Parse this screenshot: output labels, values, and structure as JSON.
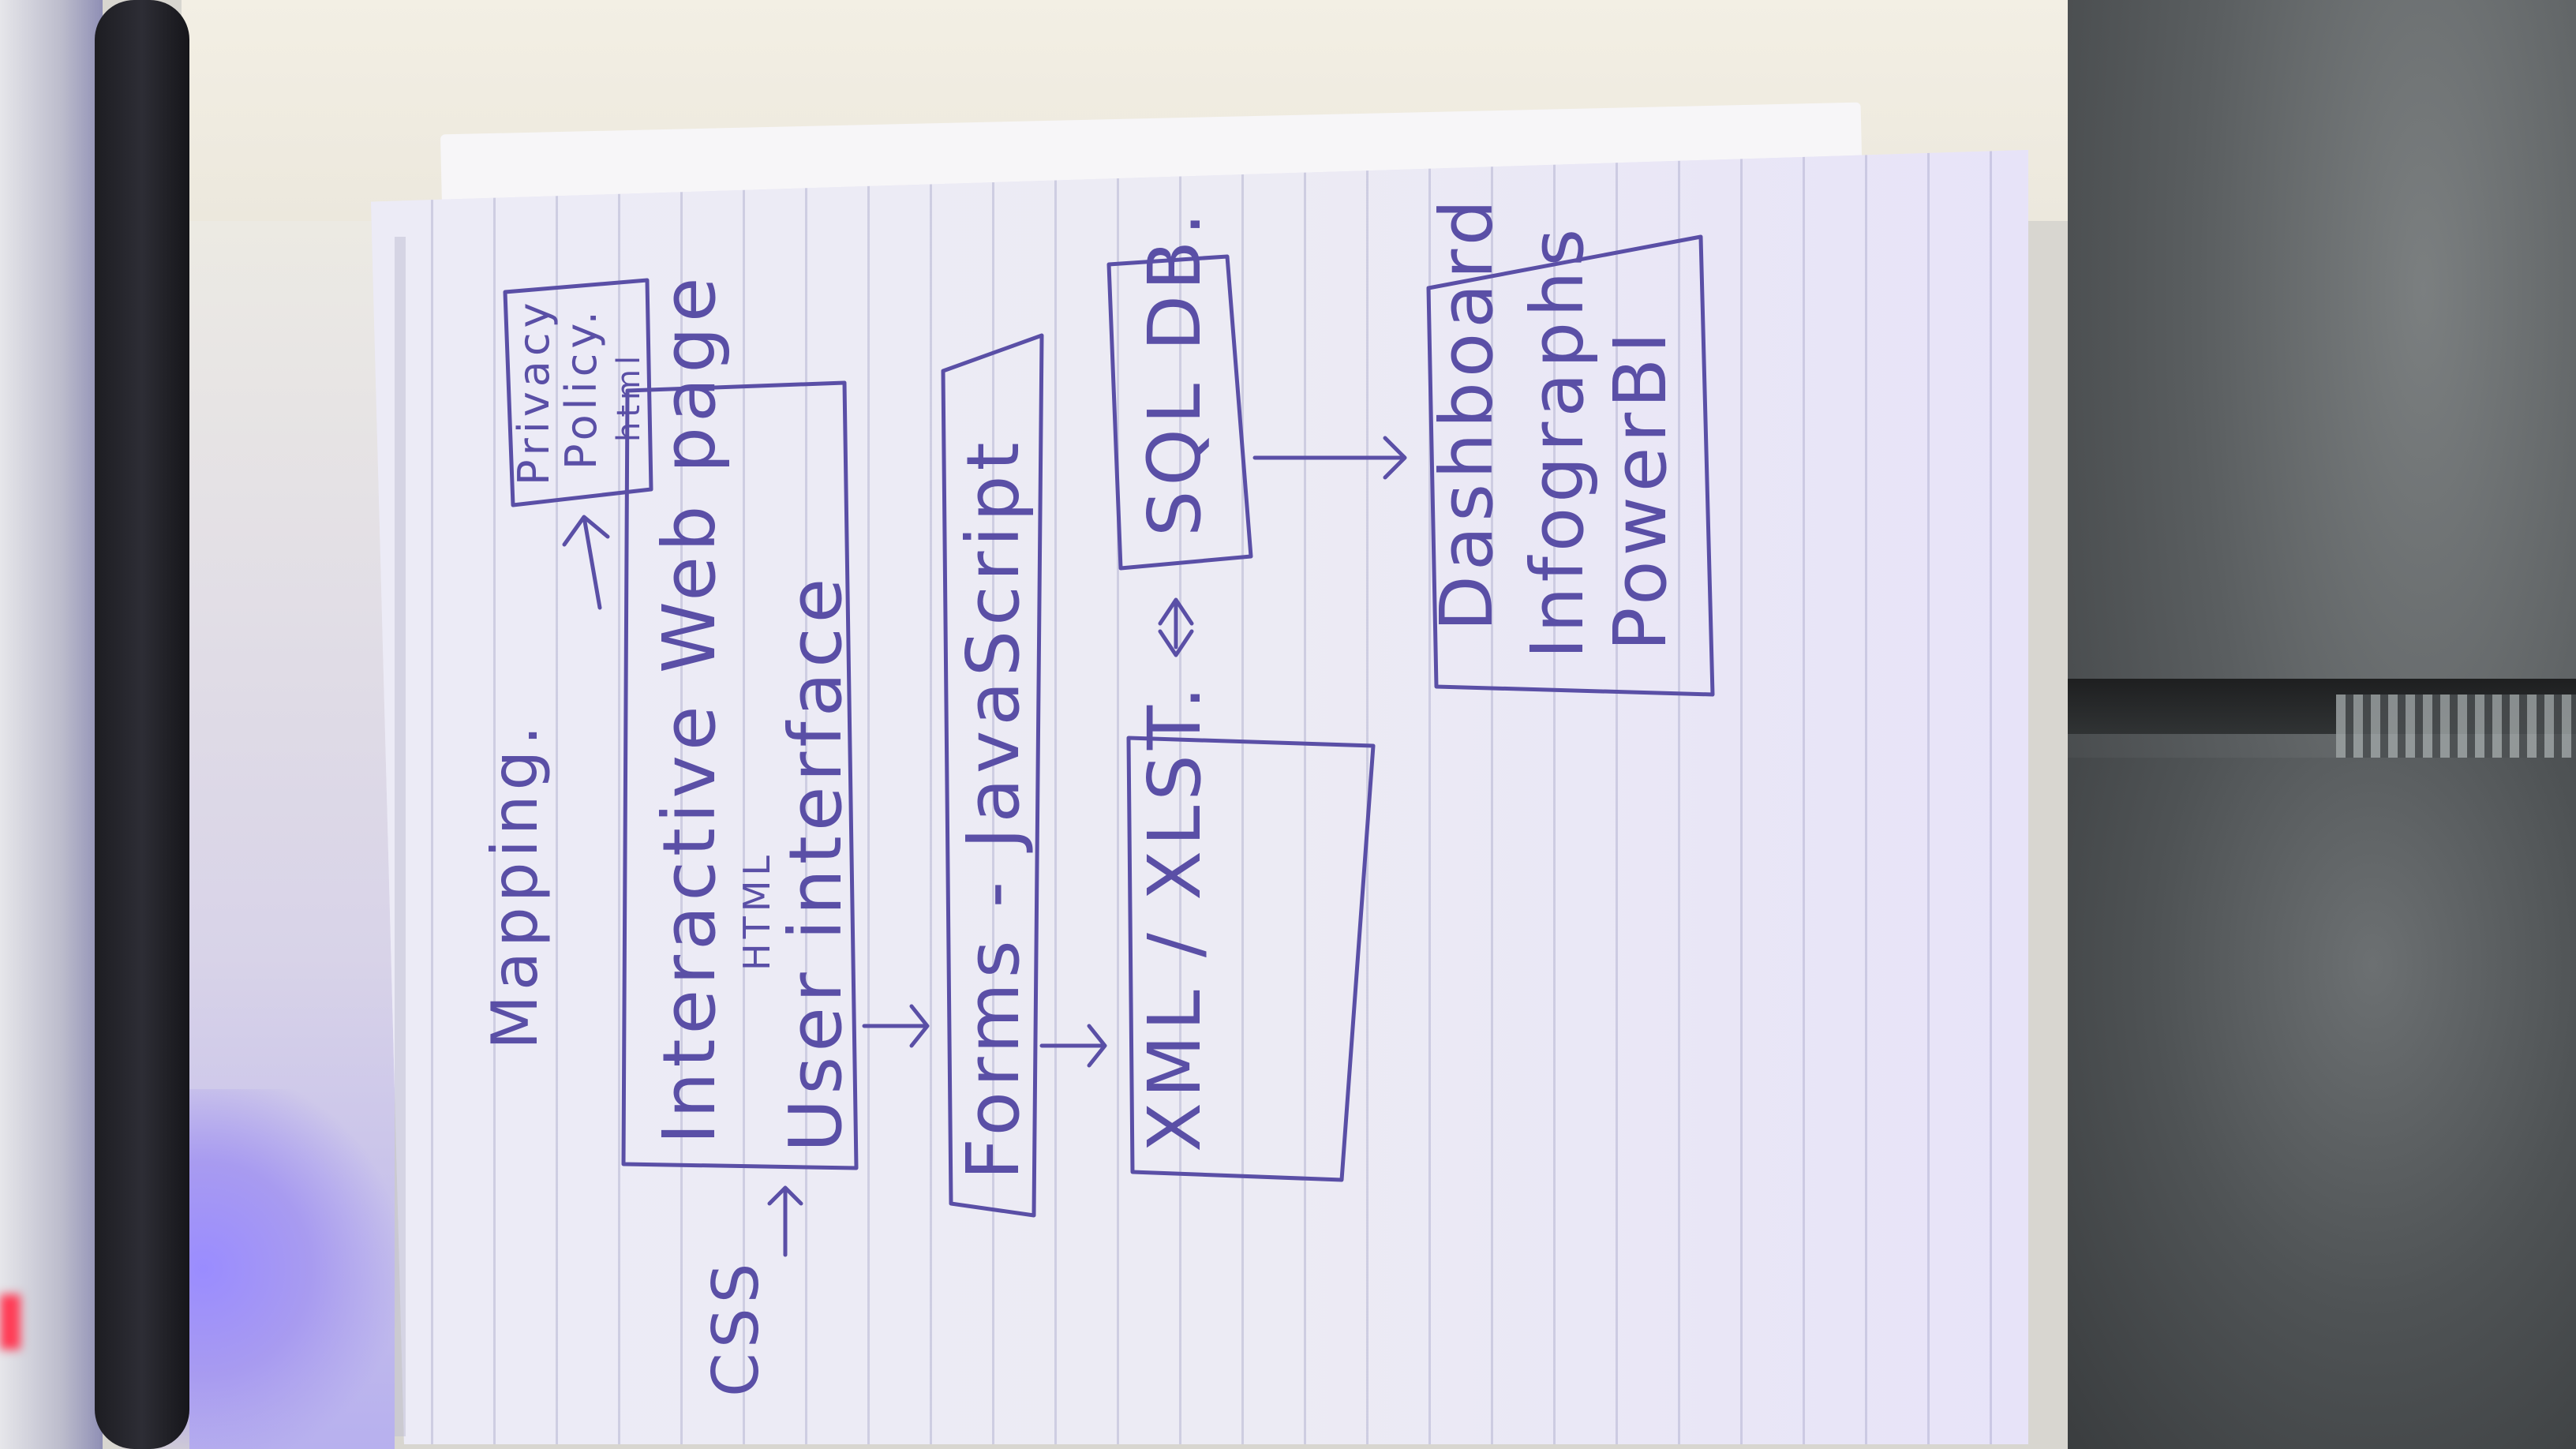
{
  "sketch": {
    "heading": "Mapping.",
    "css_label": "CSS",
    "privacy_box": {
      "line1": "Privacy",
      "line2": "Policy.",
      "line3": "html"
    },
    "web_page_box": {
      "line1": "Interactive Web page",
      "line2": "HTML",
      "line3": "User interface"
    },
    "forms_box": {
      "text": "Forms  -  JavaScript"
    },
    "xml_box": {
      "text": "XML / XLST."
    },
    "sql_box": {
      "text": "SQL DB."
    },
    "dashboard_box": {
      "line1": "Dashboard",
      "line2": "Infographs",
      "line3": "PowerBI"
    },
    "bidirectional_arrow": "<->"
  },
  "colors": {
    "ink": "#5a4fa6",
    "paper": "#e9e6f6"
  }
}
